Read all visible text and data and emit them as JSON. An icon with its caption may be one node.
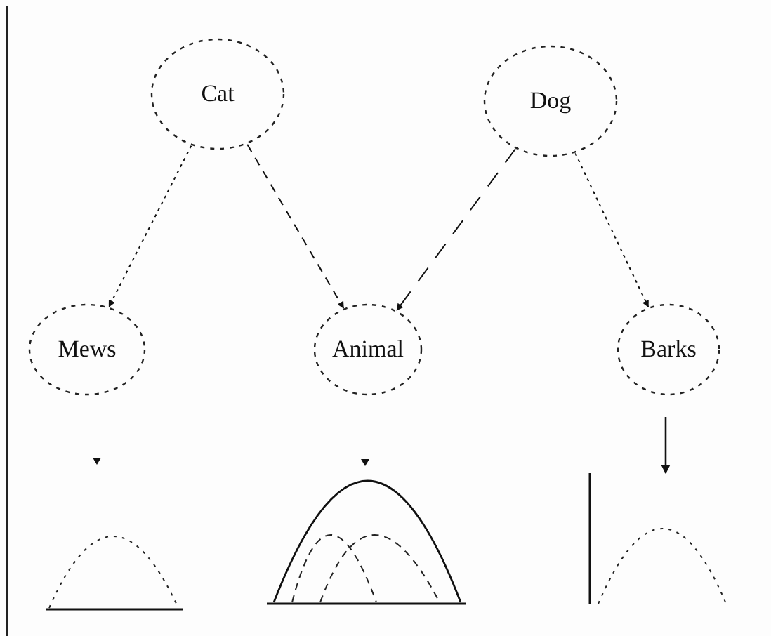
{
  "diagram": {
    "nodes": [
      {
        "text": [
          "Cat"
        ]
      },
      {
        "text": [
          "Dog"
        ]
      },
      {
        "text": [
          "Mews"
        ]
      },
      {
        "text": [
          "Animal"
        ]
      },
      {
        "text": [
          "Barks"
        ]
      },
      {
        "text": [],
        "shape": "picture"
      },
      {
        "text": [],
        "shape": "picture"
      },
      {
        "text": [],
        "shape": "picture"
      }
    ],
    "edges": [
      {
        "from": 0,
        "to": 2,
        "arrow": "to",
        "style": "dashed"
      },
      {
        "from": 0,
        "to": 3,
        "arrow": "to",
        "style": "dashed"
      },
      {
        "from": 1,
        "to": 3,
        "arrow": "to",
        "style": "dashed"
      },
      {
        "from": 1,
        "to": 4,
        "arrow": "to",
        "style": "dashed"
      },
      {
        "from": null,
        "to": 7,
        "arrow": "to"
      }
    ]
  }
}
